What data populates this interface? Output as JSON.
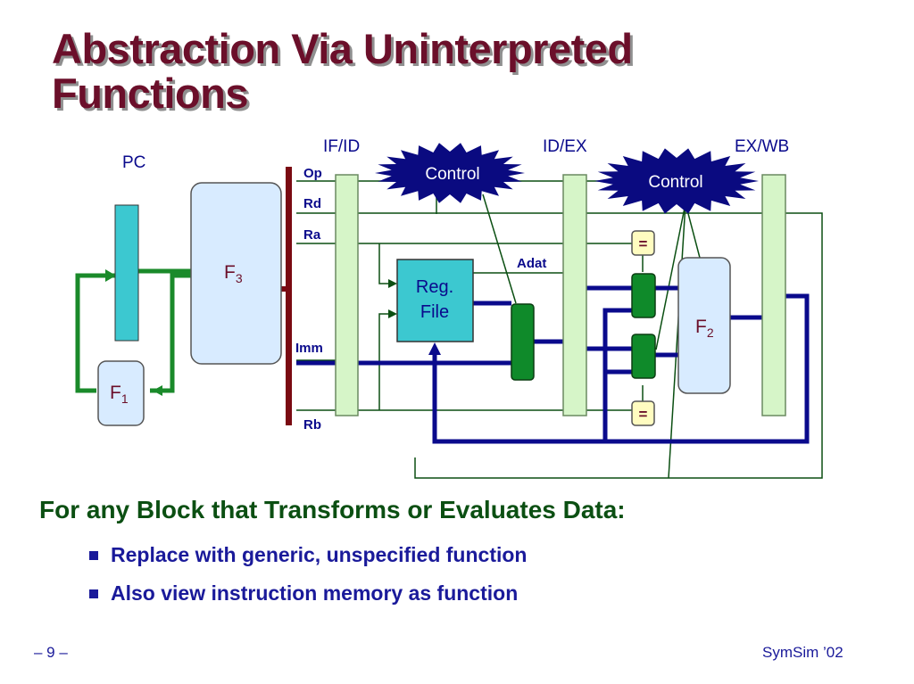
{
  "slide": {
    "title_line1": "Abstraction Via Uninterpreted",
    "title_line2": "Functions",
    "subhead": "For any Block that Transforms or Evaluates Data:",
    "bullets": [
      "Replace with generic, unspecified function",
      "Also view instruction memory as function"
    ],
    "footer_left": "– 9 –",
    "footer_right": "SymSim ’02"
  },
  "diagram": {
    "stage_labels": {
      "ifid": "IF/ID",
      "idex": "ID/EX",
      "exwb": "EX/WB"
    },
    "pc_label": "PC",
    "f1_base": "F",
    "f1_sub": "1",
    "f2_base": "F",
    "f2_sub": "2",
    "f3_base": "F",
    "f3_sub": "3",
    "regfile_line1": "Reg.",
    "regfile_line2": "File",
    "control_label": "Control",
    "field_labels": {
      "op": "Op",
      "rd": "Rd",
      "ra": "Ra",
      "imm": "Imm",
      "rb": "Rb"
    },
    "adat_label": "Adat",
    "eq_label": "=",
    "colors": {
      "title": "#6b0f2a",
      "wire_green": "#1a8a2a",
      "wire_dark_green": "#0b4f12",
      "wire_blue": "#0a0a8c",
      "bus_maroon": "#7a0a12",
      "pipe_reg": "#d6f5c8",
      "function_box": "#d8ebff",
      "regfile": "#3cc8d0",
      "control": "#0a0a80",
      "mux": "#0f8a2a",
      "eq_box": "#fffcc0"
    }
  }
}
